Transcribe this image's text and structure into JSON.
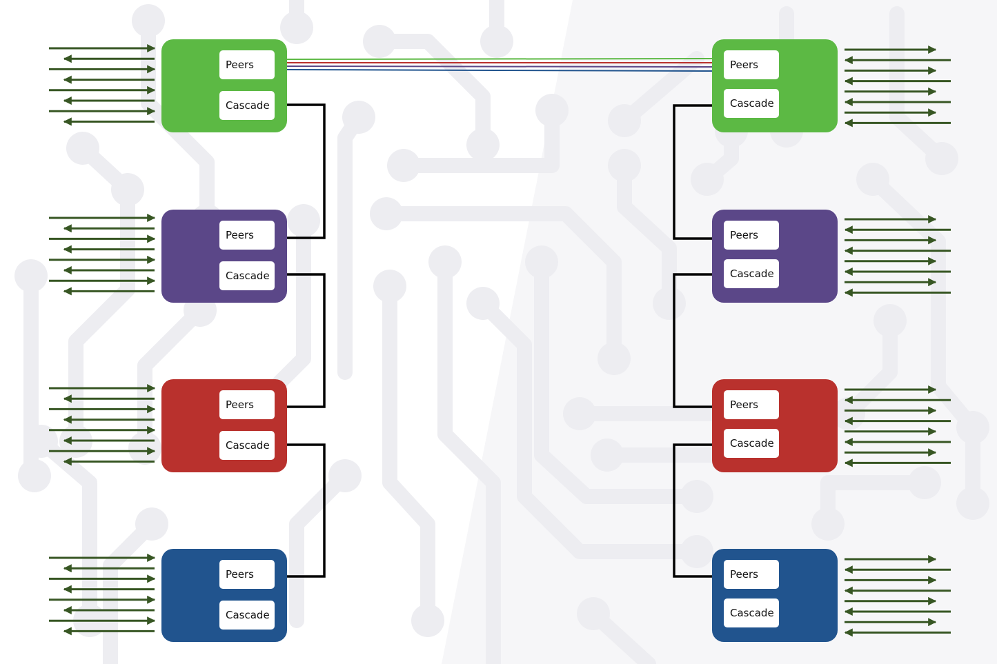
{
  "colors": {
    "green": "#5cb944",
    "purple": "#5b4788",
    "red": "#b9312d",
    "blue": "#21548e",
    "arrow": "#375623",
    "link": "#000000",
    "background_pattern": "#ededf1"
  },
  "left_column": [
    {
      "id": "left-green",
      "color": "green",
      "peers_label": "Peers",
      "cascade_label": "Cascade"
    },
    {
      "id": "left-purple",
      "color": "purple",
      "peers_label": "Peers",
      "cascade_label": "Cascade"
    },
    {
      "id": "left-red",
      "color": "red",
      "peers_label": "Peers",
      "cascade_label": "Cascade"
    },
    {
      "id": "left-blue",
      "color": "blue",
      "peers_label": "Peers",
      "cascade_label": "Cascade"
    }
  ],
  "right_column": [
    {
      "id": "right-green",
      "color": "green",
      "peers_label": "Peers",
      "cascade_label": "Cascade"
    },
    {
      "id": "right-purple",
      "color": "purple",
      "peers_label": "Peers",
      "cascade_label": "Cascade"
    },
    {
      "id": "right-red",
      "color": "red",
      "peers_label": "Peers",
      "cascade_label": "Cascade"
    },
    {
      "id": "right-blue",
      "color": "blue",
      "peers_label": "Peers",
      "cascade_label": "Cascade"
    }
  ],
  "peer_link_colors": [
    "green",
    "red",
    "purple",
    "blue"
  ],
  "arrows_per_node": 8
}
